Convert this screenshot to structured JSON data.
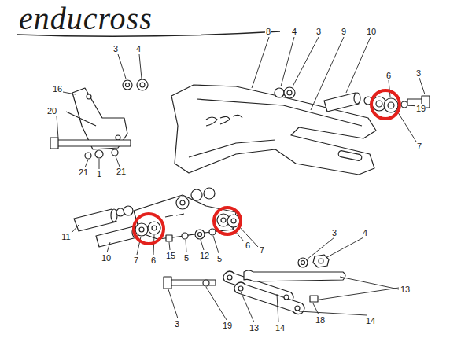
{
  "diagram": {
    "title": "enducross",
    "labels": [
      "3",
      "4",
      "16",
      "20",
      "21",
      "1",
      "21",
      "8",
      "4",
      "3",
      "9",
      "10",
      "6",
      "3",
      "19",
      "7",
      "11",
      "10",
      "7",
      "6",
      "15",
      "5",
      "12",
      "5",
      "6",
      "7",
      "3",
      "4",
      "13",
      "3",
      "19",
      "13",
      "14",
      "18",
      "14"
    ]
  }
}
